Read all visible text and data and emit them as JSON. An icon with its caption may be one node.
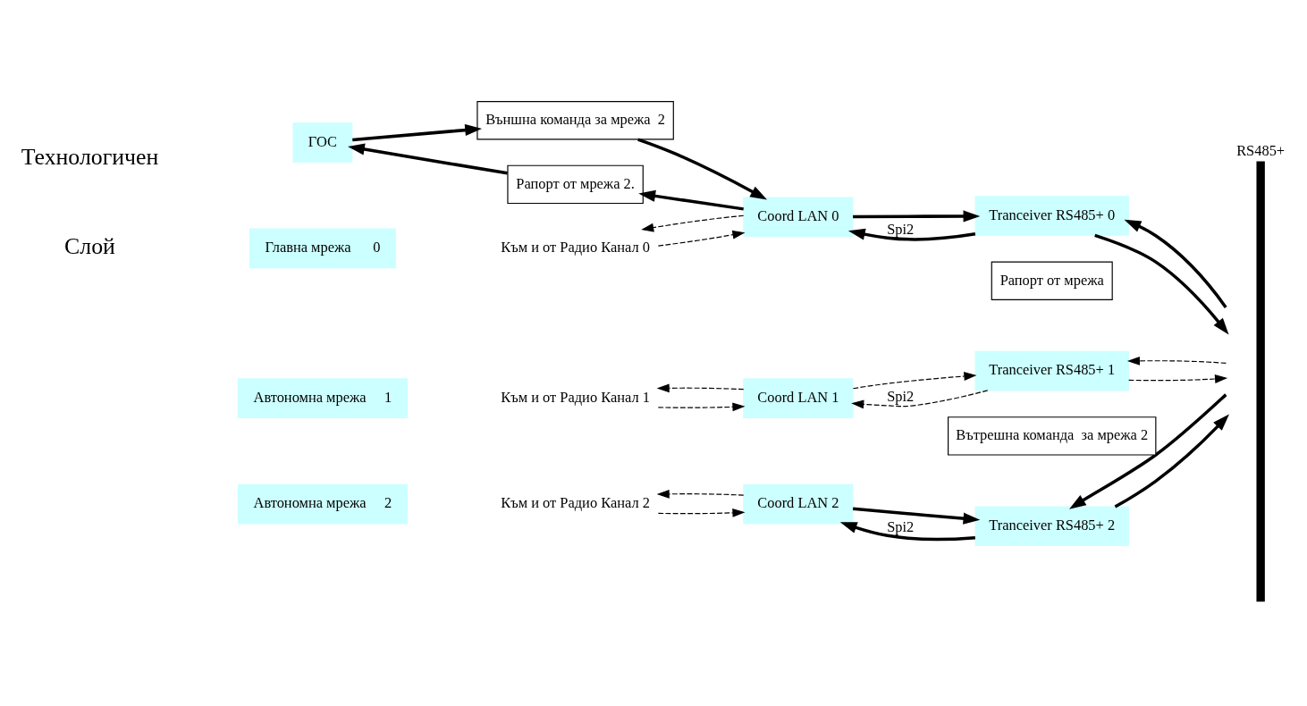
{
  "diagram": {
    "nodes": [
      {
        "text": [
          "ГОС"
        ]
      },
      {
        "text": [
          "Външна команда за мрежа  2"
        ]
      },
      {
        "text": [
          "Рапорт от мрежа 2."
        ]
      },
      {
        "text": [
          "Главна мрежа      0"
        ]
      },
      {
        "text": [
          "Към и от Радио Канал 0"
        ]
      },
      {
        "text": [
          "Coord LAN 0"
        ]
      },
      {
        "text": [
          "Tranceiver RS485+ 0"
        ]
      },
      {
        "text": [
          "RS485+"
        ]
      },
      {
        "text": [
          "Автономна мрежа     1"
        ]
      },
      {
        "text": [
          "Към и от Радио Канал 1"
        ]
      },
      {
        "text": [
          "Coord LAN 1"
        ]
      },
      {
        "text": [
          "Tranceiver RS485+ 1"
        ]
      },
      {
        "text": [
          "Автономна мрежа     2"
        ]
      },
      {
        "text": [
          "Към и от Радио Канал 2"
        ]
      },
      {
        "text": [
          "Coord LAN 2"
        ]
      },
      {
        "text": [
          "Tranceiver RS485+ 2"
        ]
      },
      {
        "text": [
          "Рапорт от мрежа"
        ]
      },
      {
        "text": [
          "Вътрешна команда  за мрежа 2"
        ]
      }
    ],
    "edges": [
      {
        "from": 0,
        "to": 1,
        "arrow": "to"
      },
      {
        "from": 1,
        "to": 5,
        "arrow": "to"
      },
      {
        "from": 5,
        "to": 2,
        "arrow": "to"
      },
      {
        "from": 2,
        "to": 0,
        "arrow": "to"
      },
      {
        "from": 4,
        "to": 5,
        "arrow": "to",
        "style": "dashed"
      },
      {
        "from": 5,
        "to": 4,
        "arrow": "to",
        "style": "dashed"
      },
      {
        "from": 5,
        "to": 6,
        "arrow": "to"
      },
      {
        "from": 6,
        "to": 5,
        "arrow": "to",
        "label": "Spi2"
      },
      {
        "from": 6,
        "to": 7,
        "arrow": "to"
      },
      {
        "from": 7,
        "to": 6,
        "arrow": "to"
      },
      {
        "from": 9,
        "to": 10,
        "arrow": "to",
        "style": "dashed"
      },
      {
        "from": 10,
        "to": 9,
        "arrow": "to",
        "style": "dashed"
      },
      {
        "from": 10,
        "to": 11,
        "arrow": "to",
        "style": "dashed"
      },
      {
        "from": 11,
        "to": 10,
        "arrow": "to",
        "style": "dashed",
        "label": "Spi2"
      },
      {
        "from": 11,
        "to": 7,
        "arrow": "to",
        "style": "dashed"
      },
      {
        "from": 7,
        "to": 11,
        "arrow": "to",
        "style": "dashed"
      },
      {
        "from": 13,
        "to": 14,
        "arrow": "to",
        "style": "dashed"
      },
      {
        "from": 14,
        "to": 13,
        "arrow": "to",
        "style": "dashed"
      },
      {
        "from": 14,
        "to": 15,
        "arrow": "to"
      },
      {
        "from": 15,
        "to": 14,
        "arrow": "to",
        "label": "Spi2"
      },
      {
        "from": 15,
        "to": 7,
        "arrow": "to"
      },
      {
        "from": 7,
        "to": 15,
        "arrow": "to"
      }
    ],
    "labels": [
      "Технологичен",
      "Слой"
    ]
  }
}
